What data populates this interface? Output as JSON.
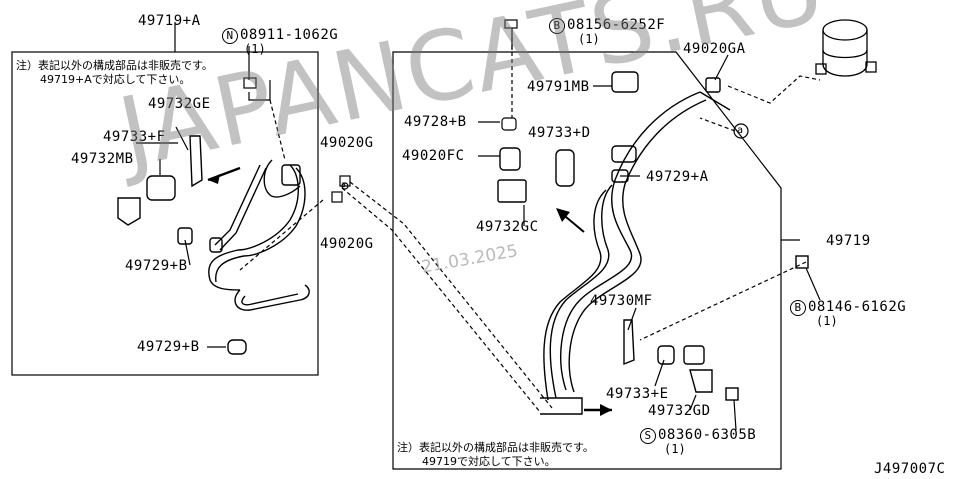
{
  "labels": {
    "p49719A": "49719+A",
    "n08911": "08911-1062G",
    "n08911_qty": "(1)",
    "n08911_sym": "N",
    "note_left_1": "注）表記以外の構成部品は非販売です。",
    "note_left_2": "49719+Aで対応して下さい。",
    "p49732GE": "49732GE",
    "p49733F": "49733+F",
    "p49732MB": "49732MB",
    "p49729B_1": "49729+B",
    "p49729B_2": "49729+B",
    "p49020G_1": "49020G",
    "p49020G_2": "49020G",
    "b08156": "08156-6252F",
    "b08156_qty": "(1)",
    "b08156_sym": "B",
    "p49020GA": "49020GA",
    "p49791MB": "49791MB",
    "p49728B": "49728+B",
    "p49733D": "49733+D",
    "p49020FC": "49020FC",
    "p49729A": "49729+A",
    "p49732GC": "49732GC",
    "p49719": "49719",
    "b08146": "08146-6162G",
    "b08146_qty": "(1)",
    "b08146_sym": "B",
    "p49730MF": "49730MF",
    "p49733E": "49733+E",
    "p49732GD": "49732GD",
    "s08360": "08360-6305B",
    "s08360_qty": "(1)",
    "s08360_sym": "S",
    "ref_a1": "a",
    "ref_a2": "a",
    "note_right_1": "注）表記以外の構成部品は非販売です。",
    "note_right_2": "49719で対応して下さい。",
    "diagram_code": "J497007C"
  },
  "watermark": {
    "text": "JAPANCATS.RU",
    "date": "21.03.2025"
  }
}
